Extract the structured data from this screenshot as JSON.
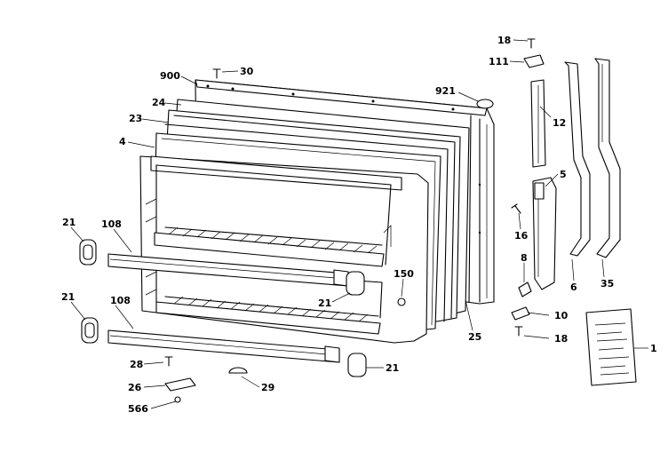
{
  "callouts": [
    {
      "id": "c18a",
      "text": "18"
    },
    {
      "id": "c111",
      "text": "111"
    },
    {
      "id": "c900",
      "text": "900"
    },
    {
      "id": "c30",
      "text": "30"
    },
    {
      "id": "c921",
      "text": "921"
    },
    {
      "id": "c24",
      "text": "24"
    },
    {
      "id": "c12",
      "text": "12"
    },
    {
      "id": "c23",
      "text": "23"
    },
    {
      "id": "c4",
      "text": "4"
    },
    {
      "id": "c5",
      "text": "5"
    },
    {
      "id": "c21a",
      "text": "21"
    },
    {
      "id": "c108a",
      "text": "108"
    },
    {
      "id": "c16",
      "text": "16"
    },
    {
      "id": "c8",
      "text": "8"
    },
    {
      "id": "c150",
      "text": "150"
    },
    {
      "id": "c6",
      "text": "6"
    },
    {
      "id": "c35",
      "text": "35"
    },
    {
      "id": "c21b",
      "text": "21"
    },
    {
      "id": "c108b",
      "text": "108"
    },
    {
      "id": "c21c",
      "text": "21"
    },
    {
      "id": "c10",
      "text": "10"
    },
    {
      "id": "c25",
      "text": "25"
    },
    {
      "id": "c18b",
      "text": "18"
    },
    {
      "id": "c1",
      "text": "1"
    },
    {
      "id": "c28",
      "text": "28"
    },
    {
      "id": "c21d",
      "text": "21"
    },
    {
      "id": "c26",
      "text": "26"
    },
    {
      "id": "c29",
      "text": "29"
    },
    {
      "id": "c566",
      "text": "566"
    }
  ]
}
